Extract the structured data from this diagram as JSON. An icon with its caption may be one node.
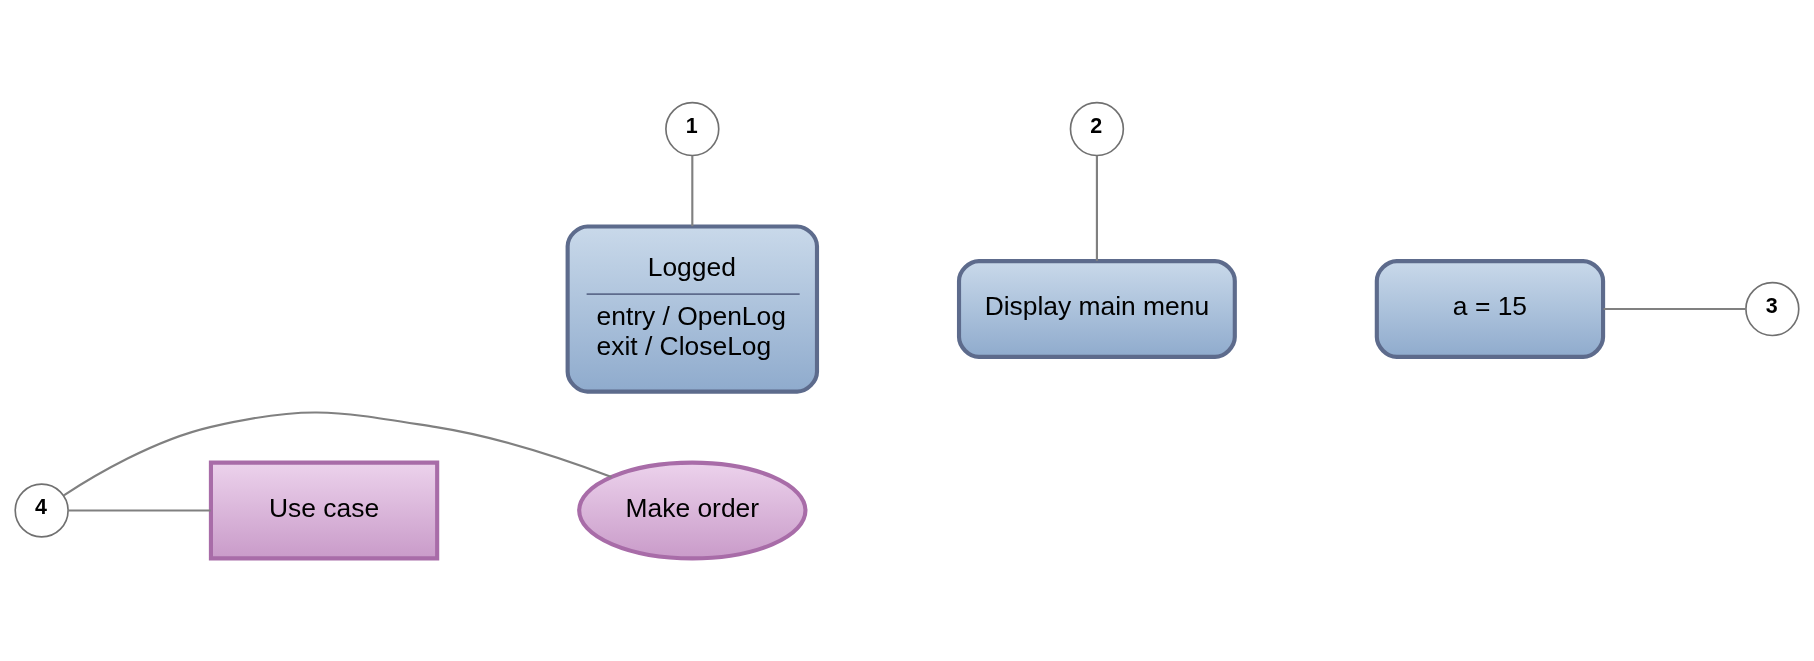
{
  "diagram": {
    "nodes": [
      {
        "text": [
          "1"
        ]
      },
      {
        "text": [
          "2"
        ]
      },
      {
        "text": [
          "Logged",
          "entry / OpenLog",
          "exit / CloseLog"
        ]
      },
      {
        "text": [
          "Display main menu"
        ]
      },
      {
        "text": [
          "a = 15"
        ]
      },
      {
        "text": [
          "3"
        ]
      },
      {
        "text": [
          "Make order"
        ]
      },
      {
        "text": [
          "Use case"
        ]
      },
      {
        "text": [
          "4"
        ]
      }
    ],
    "edges": [
      {
        "from": 0,
        "to": 2,
        "arrow": "none"
      },
      {
        "from": 1,
        "to": 3,
        "arrow": "none"
      },
      {
        "from": 4,
        "to": 5,
        "arrow": "none"
      },
      {
        "from": 8,
        "to": 6,
        "arrow": "none"
      },
      {
        "from": 8,
        "to": 7,
        "arrow": "none"
      }
    ]
  }
}
